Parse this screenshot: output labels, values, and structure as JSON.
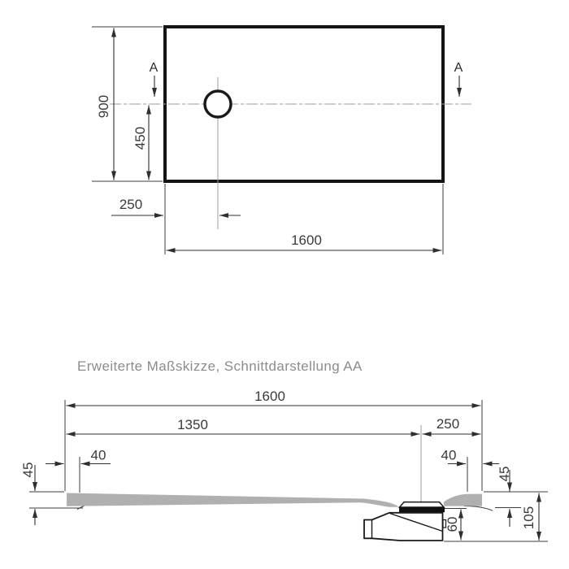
{
  "drawing": {
    "section_title": "Erweiterte Maßskizze, Schnittdarstellung AA",
    "colors": {
      "line": "#2f2f2f",
      "tray_fill": "#b0b0b0",
      "title_text": "#8c8c8c",
      "background": "#ffffff"
    },
    "plan_view": {
      "width_mm": "1600",
      "depth_mm": "900",
      "drain_from_left_mm": "250",
      "drain_from_bottom_mm": "450",
      "section_marker_left": "A",
      "section_marker_right": "A"
    },
    "section_view": {
      "total_width_mm": "1600",
      "drain_from_left_mm": "1350",
      "drain_from_right_mm": "250",
      "edge_offset_left_mm": "40",
      "edge_offset_right_mm": "40",
      "rim_height_left_mm": "45",
      "rim_height_right_mm": "45",
      "trap_depth_mm": "60",
      "total_depth_mm": "105"
    }
  }
}
